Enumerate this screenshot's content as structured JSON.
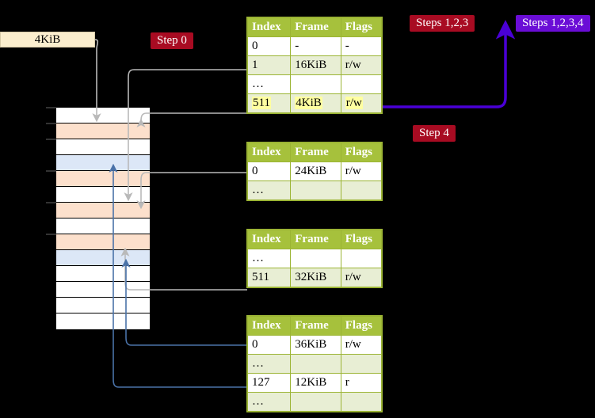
{
  "diagram": {
    "title_labels": {
      "size_box": "4KiB",
      "step0": "Step 0",
      "step4": "Step 4",
      "steps123": "Steps 1,2,3",
      "steps1234": "Steps 1,2,3,4"
    },
    "colors": {
      "header_green": "#a6c13c",
      "row_alt": "#e8eed4",
      "highlight_yellow": "#ffffa0",
      "badge_red": "#a80b22",
      "badge_purple": "#6a0dd6",
      "mem_peach": "#fce0cc",
      "mem_blue": "#dce7f7",
      "size_box_bg": "#fbeece",
      "arrow_grey": "#b9b9b9",
      "arrow_blue": "#4a72a8",
      "purple_arrow": "#4a00d6"
    },
    "columns": [
      "Index",
      "Frame",
      "Flags"
    ],
    "tables": [
      {
        "name": "pml4-table",
        "rows": [
          {
            "index": "0",
            "frame": "-",
            "flags": "-",
            "style": "plain",
            "highlight": false
          },
          {
            "index": "1",
            "frame": "16KiB",
            "flags": "r/w",
            "style": "alt",
            "highlight": false
          },
          {
            "index": "…",
            "frame": "",
            "flags": "",
            "style": "plain",
            "highlight": false
          },
          {
            "index": "511",
            "frame": "4KiB",
            "flags": "r/w",
            "style": "alt",
            "highlight": true
          }
        ]
      },
      {
        "name": "pdp-table",
        "rows": [
          {
            "index": "0",
            "frame": "24KiB",
            "flags": "r/w",
            "style": "plain",
            "highlight": false
          },
          {
            "index": "…",
            "frame": "",
            "flags": "",
            "style": "alt",
            "highlight": false
          }
        ]
      },
      {
        "name": "pd-table",
        "rows": [
          {
            "index": "…",
            "frame": "",
            "flags": "",
            "style": "plain",
            "highlight": false
          },
          {
            "index": "511",
            "frame": "32KiB",
            "flags": "r/w",
            "style": "alt",
            "highlight": false
          }
        ]
      },
      {
        "name": "pt-table",
        "rows": [
          {
            "index": "0",
            "frame": "36KiB",
            "flags": "r/w",
            "style": "plain",
            "highlight": false
          },
          {
            "index": "…",
            "frame": "",
            "flags": "",
            "style": "alt",
            "highlight": false
          },
          {
            "index": "127",
            "frame": "12KiB",
            "flags": "r",
            "style": "plain",
            "highlight": false
          },
          {
            "index": "…",
            "frame": "",
            "flags": "",
            "style": "alt",
            "highlight": false
          }
        ]
      }
    ],
    "memory_rows": [
      {
        "fill": "white"
      },
      {
        "fill": "peach"
      },
      {
        "fill": "white"
      },
      {
        "fill": "blue"
      },
      {
        "fill": "peach"
      },
      {
        "fill": "white"
      },
      {
        "fill": "peach"
      },
      {
        "fill": "white"
      },
      {
        "fill": "peach"
      },
      {
        "fill": "blue"
      },
      {
        "fill": "white"
      },
      {
        "fill": "white"
      },
      {
        "fill": "white"
      },
      {
        "fill": "white"
      }
    ]
  }
}
